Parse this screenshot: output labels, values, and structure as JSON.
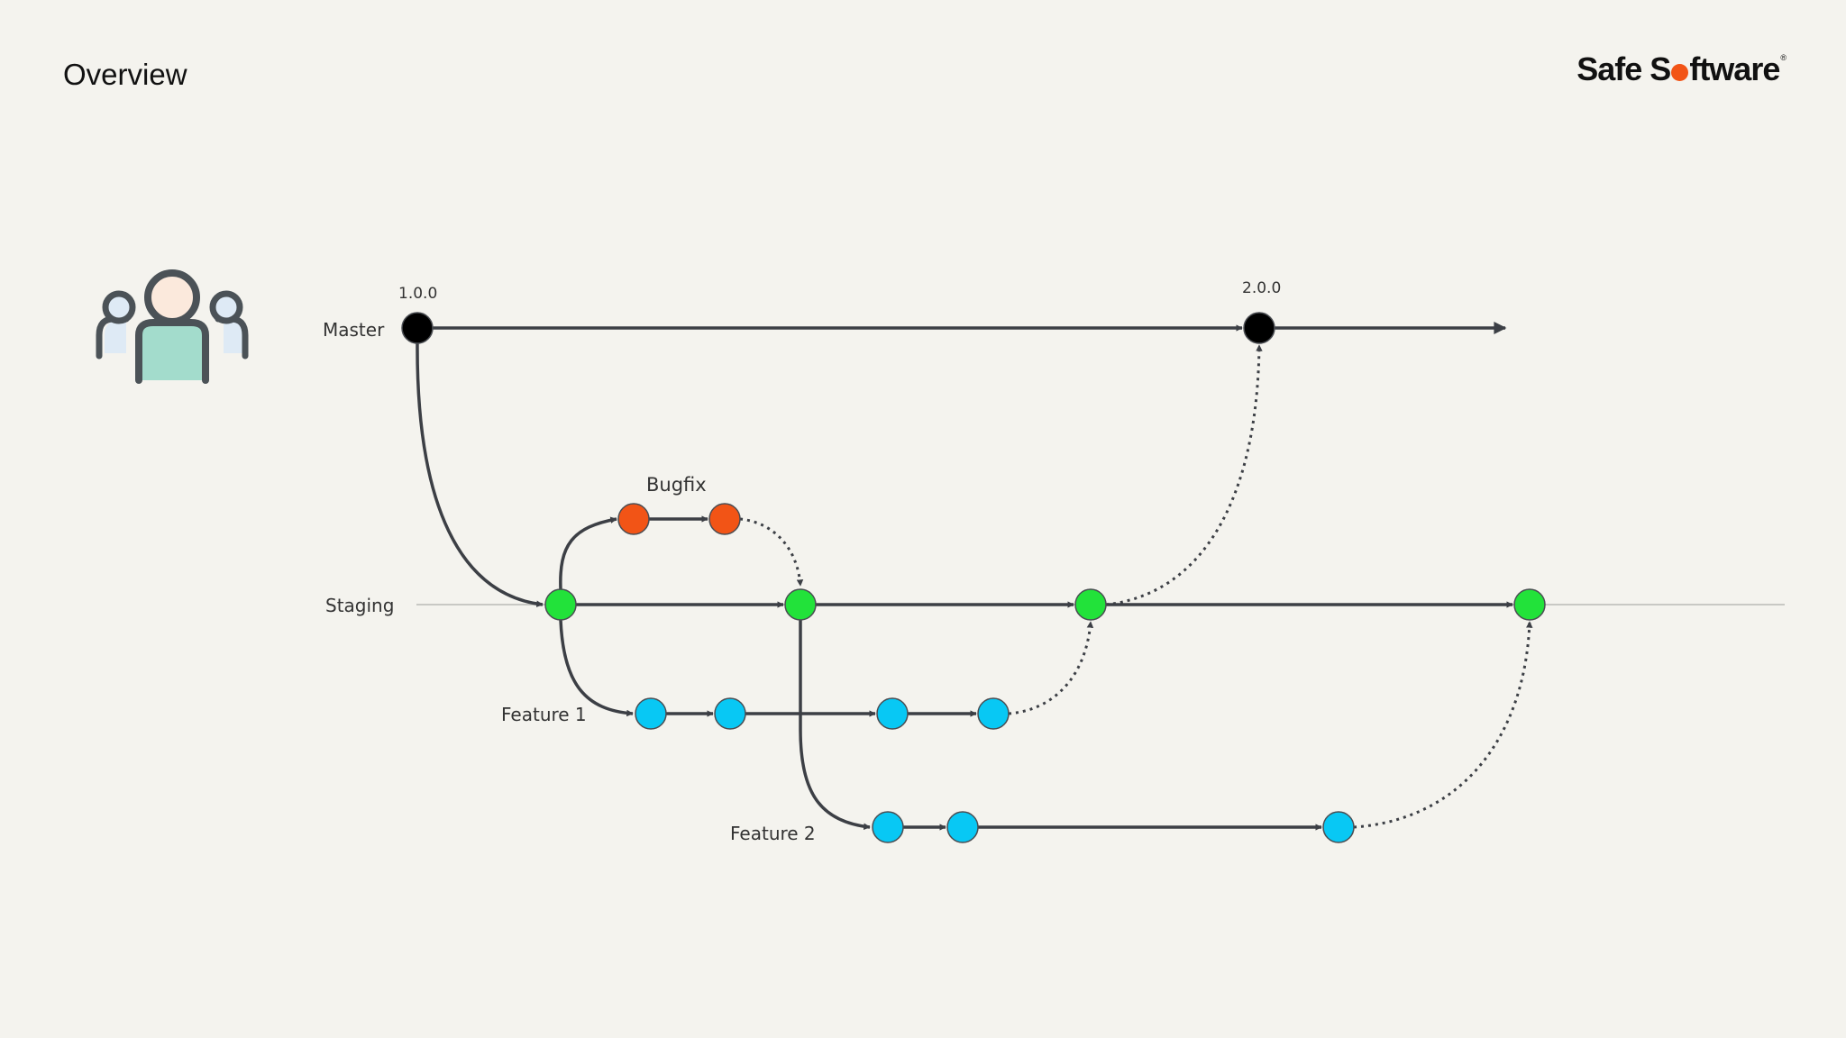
{
  "slide": {
    "title": "Overview"
  },
  "brand": {
    "part1": "Safe S",
    "part2": "ftware",
    "trademark": "®"
  },
  "icons": {
    "people": "people-group-icon"
  },
  "colors": {
    "background": "#f4f3ee",
    "line": "#3c3f45",
    "master_node": "#000000",
    "staging_node": "#22e23a",
    "bugfix_node": "#f25416",
    "feature_node": "#08c8f4",
    "brand_accent": "#f25416",
    "staging_guide": "#c8c8c4"
  },
  "diagram": {
    "branches": [
      {
        "id": "master",
        "label": "Master"
      },
      {
        "id": "bugfix",
        "label": "Bugfix"
      },
      {
        "id": "staging",
        "label": "Staging"
      },
      {
        "id": "feature1",
        "label": "Feature 1"
      },
      {
        "id": "feature2",
        "label": "Feature 2"
      }
    ],
    "versions": [
      {
        "node": "master-1",
        "label": "1.0.0"
      },
      {
        "node": "master-2",
        "label": "2.0.0"
      }
    ]
  }
}
